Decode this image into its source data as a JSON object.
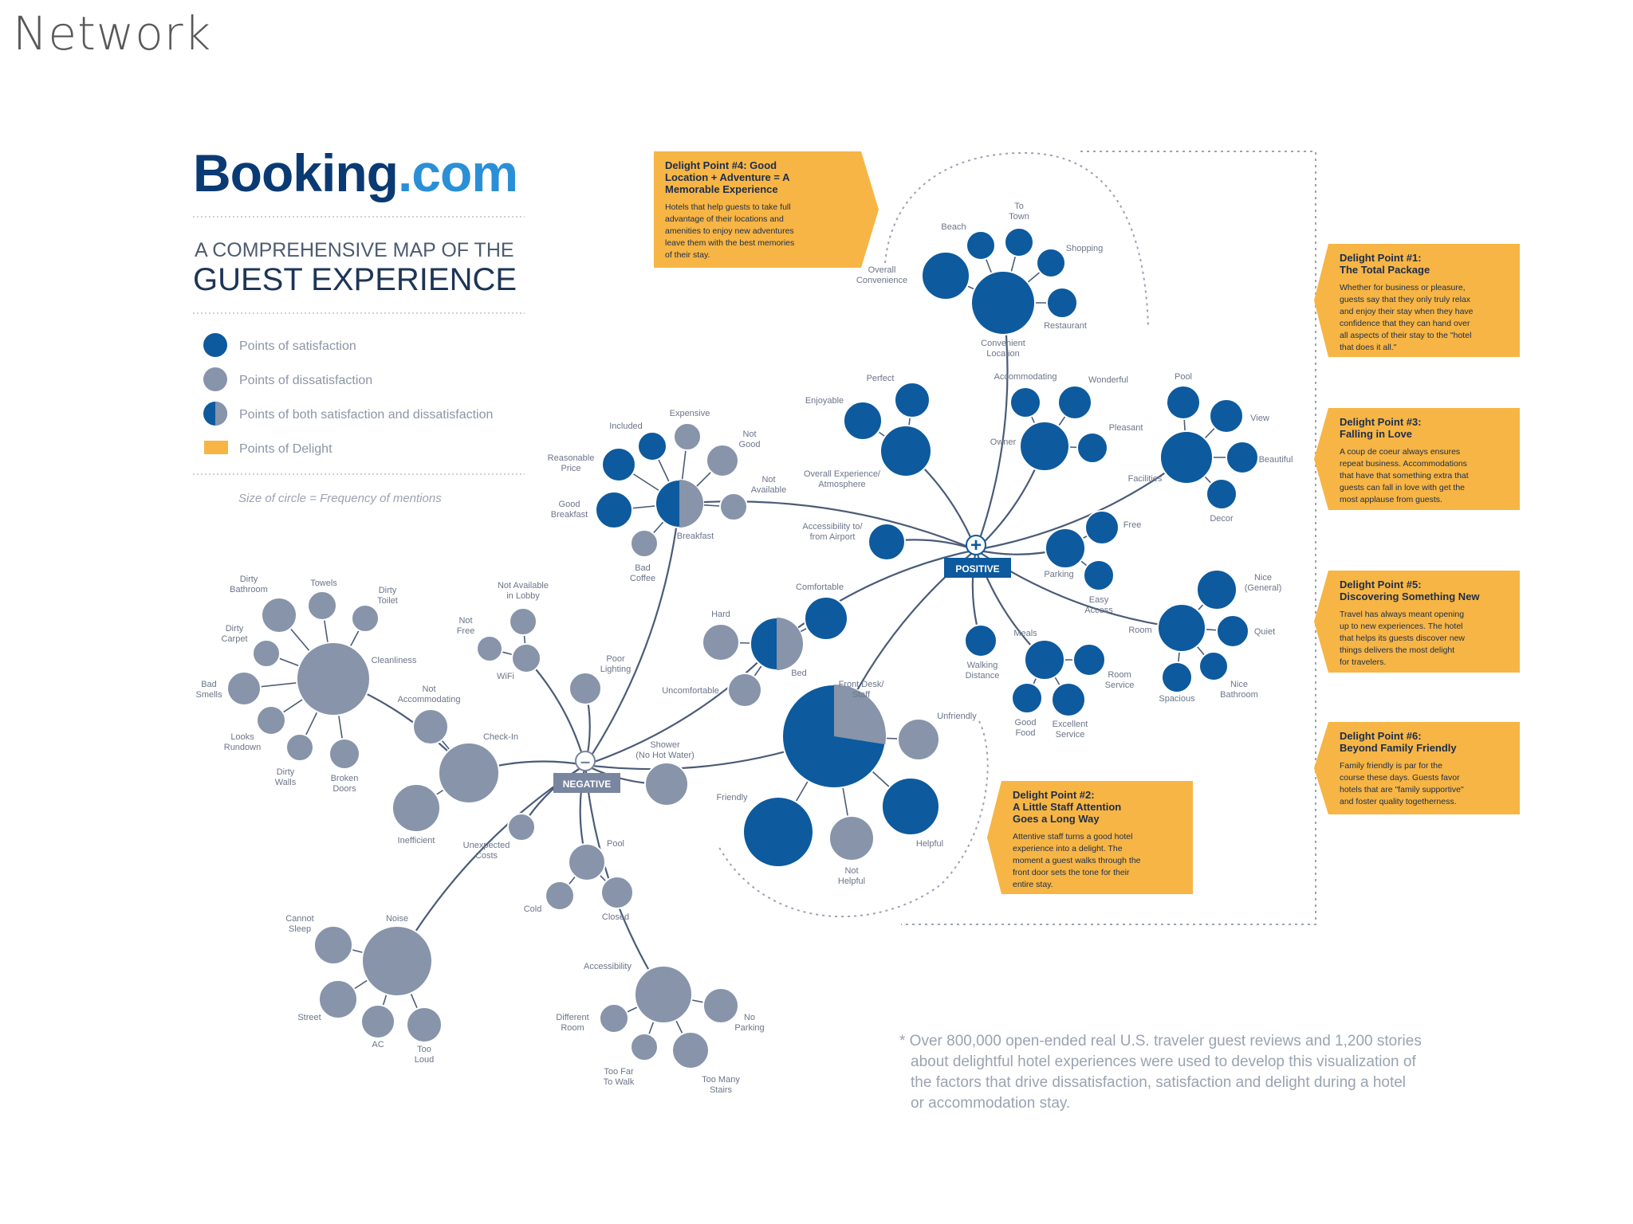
{
  "slide_title": "Network",
  "brand": {
    "logo_left": "Booking",
    "logo_right": ".com",
    "dark_blue": "#0a3a73",
    "light_blue": "#2a8fd6"
  },
  "heading": {
    "line1": "A COMPREHENSIVE MAP OF THE",
    "line2": "GUEST EXPERIENCE"
  },
  "legend": {
    "items": [
      {
        "label": "Points of satisfaction",
        "kind": "satisfaction"
      },
      {
        "label": "Points of dissatisfaction",
        "kind": "dissatisfaction"
      },
      {
        "label": "Points of both satisfaction and dissatisfaction",
        "kind": "both"
      },
      {
        "label": "Points of Delight",
        "kind": "delight"
      }
    ],
    "note": "Size of circle = Frequency of mentions"
  },
  "colors": {
    "satisfaction": "#0d5a9e",
    "dissatisfaction": "#8794aa",
    "delight": "#f6b545",
    "line": "#4b5b77",
    "hub_positive": "#0d5a9e",
    "hub_negative": "#7886a0"
  },
  "hubs": {
    "positive": "POSITIVE",
    "negative": "NEGATIVE",
    "positive_symbol": "+",
    "negative_symbol": "–"
  },
  "labels": {
    "expensive": "Expensive",
    "included": "Included",
    "not_good": "Not\nGood",
    "reasonable_price": "Reasonable\nPrice",
    "not_available": "Not\nAvailable",
    "good_breakfast": "Good\nBreakfast",
    "breakfast": "Breakfast",
    "bad_coffee": "Bad\nCoffee",
    "beach": "Beach",
    "to_town": "To\nTown",
    "shopping": "Shopping",
    "overall_convenience": "Overall\nConvenience",
    "restaurant": "Restaurant",
    "convenient_location": "Convenient\nLocation",
    "perfect": "Perfect",
    "enjoyable": "Enjoyable",
    "overall_experience": "Overall Experience/\nAtmosphere",
    "accommodating": "Accommodating",
    "wonderful": "Wonderful",
    "owner": "Owner",
    "pleasant": "Pleasant",
    "pool_pos": "Pool",
    "view": "View",
    "beautiful": "Beautiful",
    "facilities": "Facilities",
    "decor": "Decor",
    "accessibility_airport": "Accessibility to/\nfrom Airport",
    "free": "Free",
    "parking": "Parking",
    "easy_access": "Easy\nAccess",
    "nice_general": "Nice\n(General)",
    "room": "Room",
    "quiet": "Quiet",
    "spacious": "Spacious",
    "nice_bathroom": "Nice\nBathroom",
    "walking_distance": "Walking\nDistance",
    "meals": "Meals",
    "room_service": "Room\nService",
    "good_food": "Good\nFood",
    "excellent_service": "Excellent\nService",
    "comfortable": "Comfortable",
    "hard": "Hard",
    "bed": "Bed",
    "uncomfortable": "Uncomfortable",
    "poor_lighting": "Poor\nLighting",
    "front_desk": "Front Desk/\nStaff",
    "unfriendly": "Unfriendly",
    "friendly": "Friendly",
    "helpful": "Helpful",
    "not_helpful": "Not\nHelpful",
    "dirty_bathroom": "Dirty\nBathroom",
    "towels": "Towels",
    "dirty_toilet": "Dirty\nToilet",
    "dirty_carpet": "Dirty\nCarpet",
    "cleanliness": "Cleanliness",
    "bad_smells": "Bad\nSmells",
    "looks_rundown": "Looks\nRundown",
    "dirty_walls": "Dirty\nWalls",
    "broken_doors": "Broken\nDoors",
    "not_available_lobby": "Not Available\nin Lobby",
    "not_free": "Not\nFree",
    "wifi": "WiFi",
    "not_accommodating": "Not\nAccommodating",
    "check_in": "Check-In",
    "inefficient": "Inefficient",
    "unexpected_costs": "Unexpected\nCosts",
    "shower": "Shower\n(No Hot Water)",
    "pool_neg": "Pool",
    "cold": "Cold",
    "closed": "Closed",
    "cannot_sleep": "Cannot\nSleep",
    "noise": "Noise",
    "street": "Street",
    "ac": "AC",
    "too_loud": "Too\nLoud",
    "accessibility": "Accessibility",
    "different_room": "Different\nRoom",
    "no_parking": "No\nParking",
    "too_far": "Too Far\nTo Walk",
    "too_many_stairs": "Too Many\nStairs"
  },
  "callouts": {
    "dp4": {
      "title": "Delight Point #4: Good\nLocation + Adventure = A\nMemorable Experience",
      "body": "Hotels that help guests to take full\nadvantage of their locations and\namenities to enjoy new adventures\nleave them with the best memories\nof their stay."
    },
    "dp1": {
      "title": "Delight Point #1:\nThe Total Package",
      "body": "Whether for business or pleasure,\nguests say that they only truly relax\nand enjoy their stay when they have\nconfidence that they can hand over\nall aspects of their stay to the \"hotel\nthat does it all.\""
    },
    "dp3": {
      "title": "Delight Point #3:\nFalling in Love",
      "body": "A coup de coeur always ensures\nrepeat business. Accommodations\nthat have that something extra that\nguests can fall in love with get the\nmost applause from guests."
    },
    "dp5": {
      "title": "Delight Point #5:\nDiscovering Something New",
      "body": "Travel has always meant opening\nup to new experiences. The hotel\nthat helps its guests discover new\nthings delivers the most delight\nfor travelers."
    },
    "dp6": {
      "title": "Delight Point #6:\nBeyond Family Friendly",
      "body": "Family friendly is par for the\ncourse these days. Guests favor\nhotels that are \"family supportive\"\nand foster quality togetherness."
    },
    "dp2": {
      "title": "Delight Point #2:\nA Little Staff Attention\nGoes a Long Way",
      "body": "Attentive staff turns a good hotel\nexperience into a delight. The\nmoment a guest walks through the\nfront door sets the tone for their\nentire stay."
    }
  },
  "footnote": "* Over 800,000 open-ended real U.S. traveler guest reviews and 1,200 stories\nabout delightful hotel experiences were used to develop this visualization of\nthe factors that drive dissatisfaction, satisfaction and delight during a hotel\nor accommodation stay."
}
